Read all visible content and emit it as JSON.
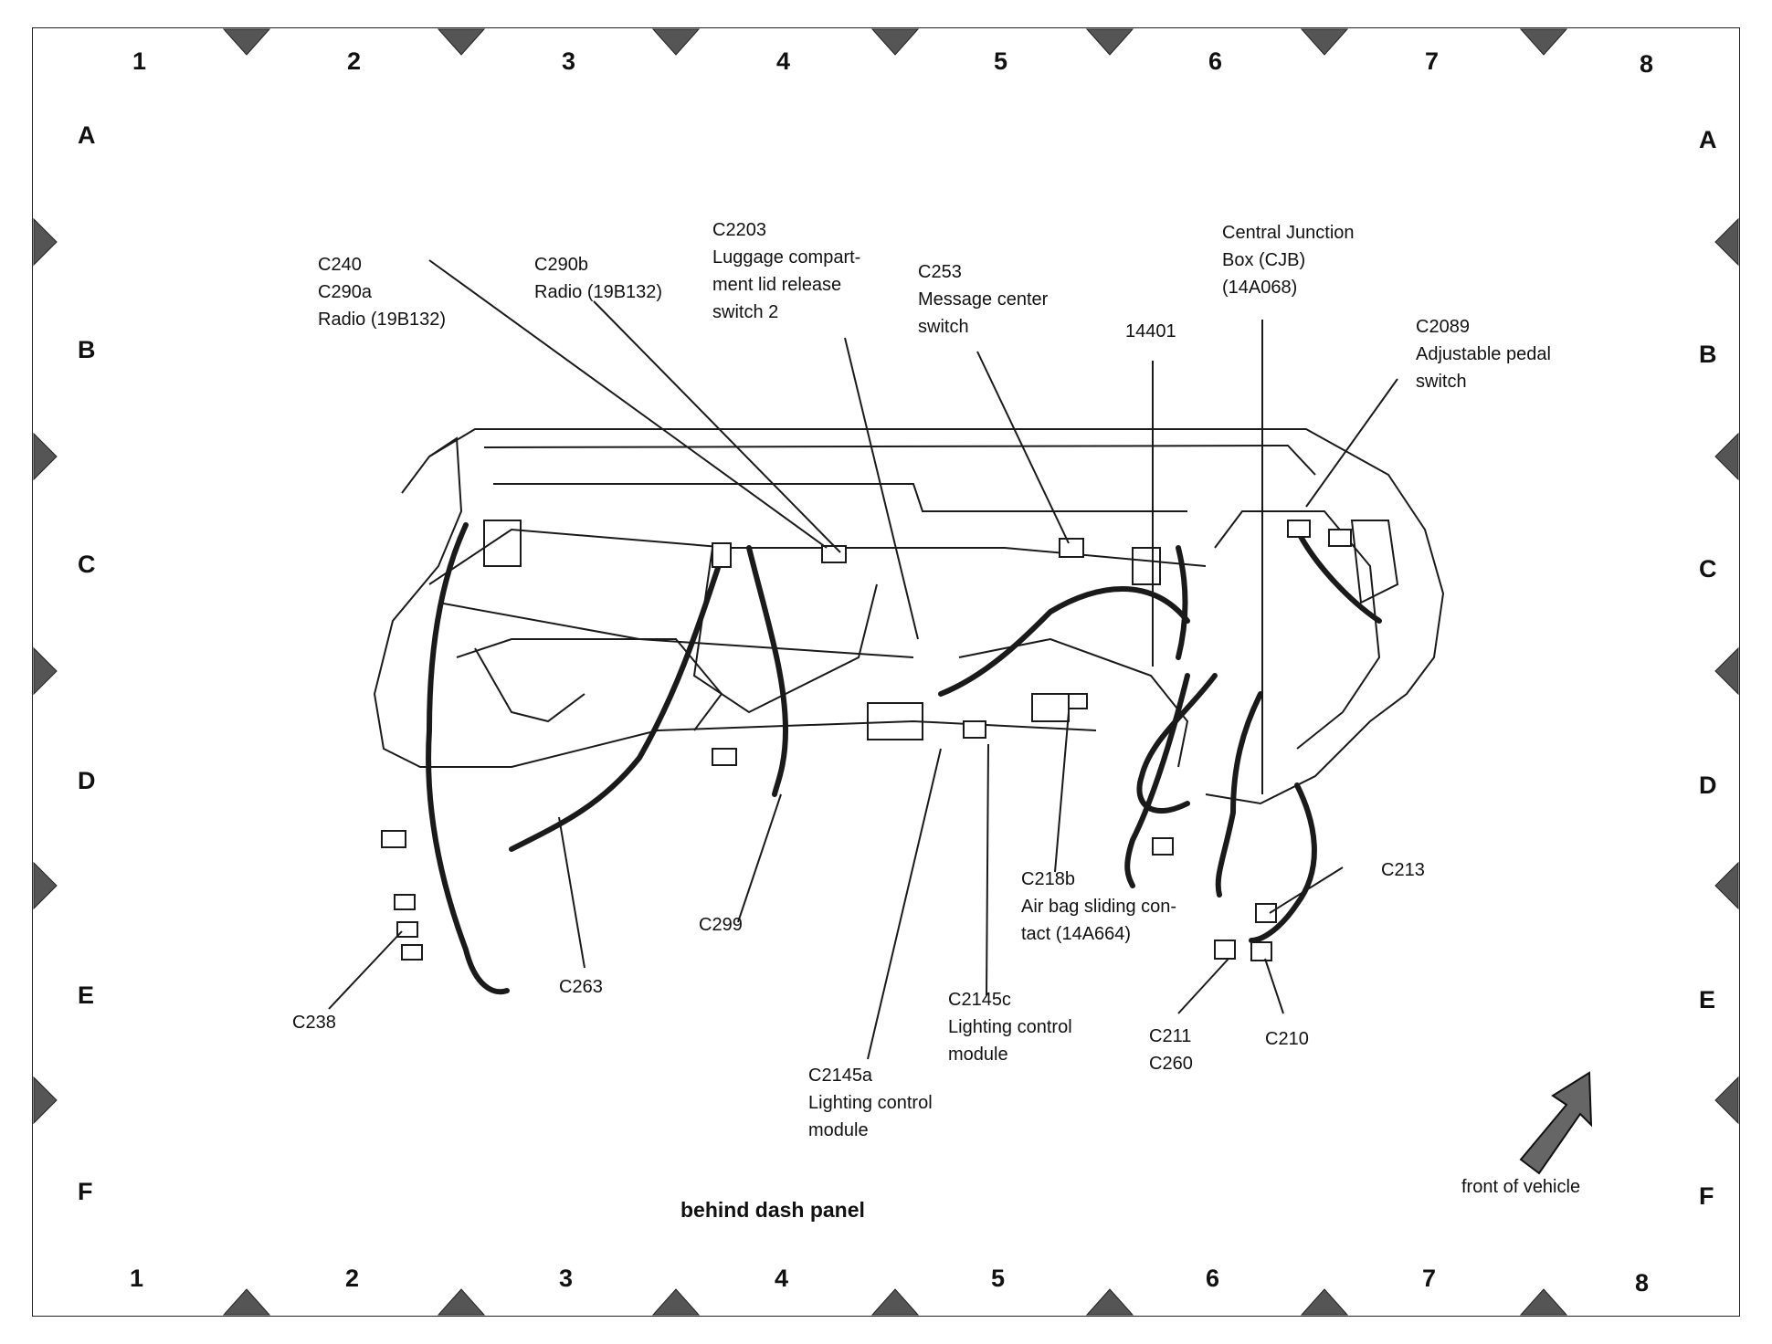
{
  "grid": {
    "columns": [
      "1",
      "2",
      "3",
      "4",
      "5",
      "6",
      "7",
      "8"
    ],
    "rows": [
      "A",
      "B",
      "C",
      "D",
      "E",
      "F"
    ]
  },
  "title": "behind dash panel",
  "orientation": {
    "label": "front of vehicle"
  },
  "callouts": {
    "c240": [
      "C240",
      "C290a",
      "Radio (19B132)"
    ],
    "c290b": [
      "C290b",
      "Radio (19B132)"
    ],
    "c2203": [
      "C2203",
      "Luggage compart-",
      "ment lid release",
      "switch 2"
    ],
    "c253": [
      "C253",
      "Message center",
      "switch"
    ],
    "n14401": [
      "14401"
    ],
    "cjb": [
      "Central Junction",
      "Box (CJB)",
      "(14A068)"
    ],
    "c2089": [
      "C2089",
      "Adjustable pedal",
      "switch"
    ],
    "c299": [
      "C299"
    ],
    "c218b": [
      "C218b",
      "Air bag sliding con-",
      "tact (14A664)"
    ],
    "c213": [
      "C213"
    ],
    "c263": [
      "C263"
    ],
    "c238": [
      "C238"
    ],
    "c2145c": [
      "C2145c",
      "Lighting control",
      "module"
    ],
    "c2145a": [
      "C2145a",
      "Lighting control",
      "module"
    ],
    "c211": [
      "C211",
      "C260"
    ],
    "c210": [
      "C210"
    ]
  },
  "colors": {
    "line": "#1a1a1a",
    "marker": "#444444"
  }
}
